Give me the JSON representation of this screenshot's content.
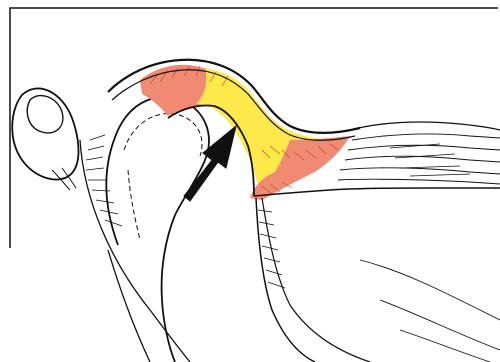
{
  "diagram": {
    "type": "anatomical-illustration",
    "colors": {
      "background": "#ffffff",
      "outline": "#111111",
      "salmon_region": "#f08a72",
      "yellow_region": "#ffe94a",
      "arrow": "#111111"
    },
    "regions": [
      {
        "name": "salmon-region-posterior",
        "color": "salmon"
      },
      {
        "name": "yellow-region-central",
        "color": "yellow"
      },
      {
        "name": "salmon-region-anterior",
        "color": "salmon"
      }
    ],
    "arrow": {
      "direction": "up-right",
      "icon": "arrow-icon"
    }
  }
}
